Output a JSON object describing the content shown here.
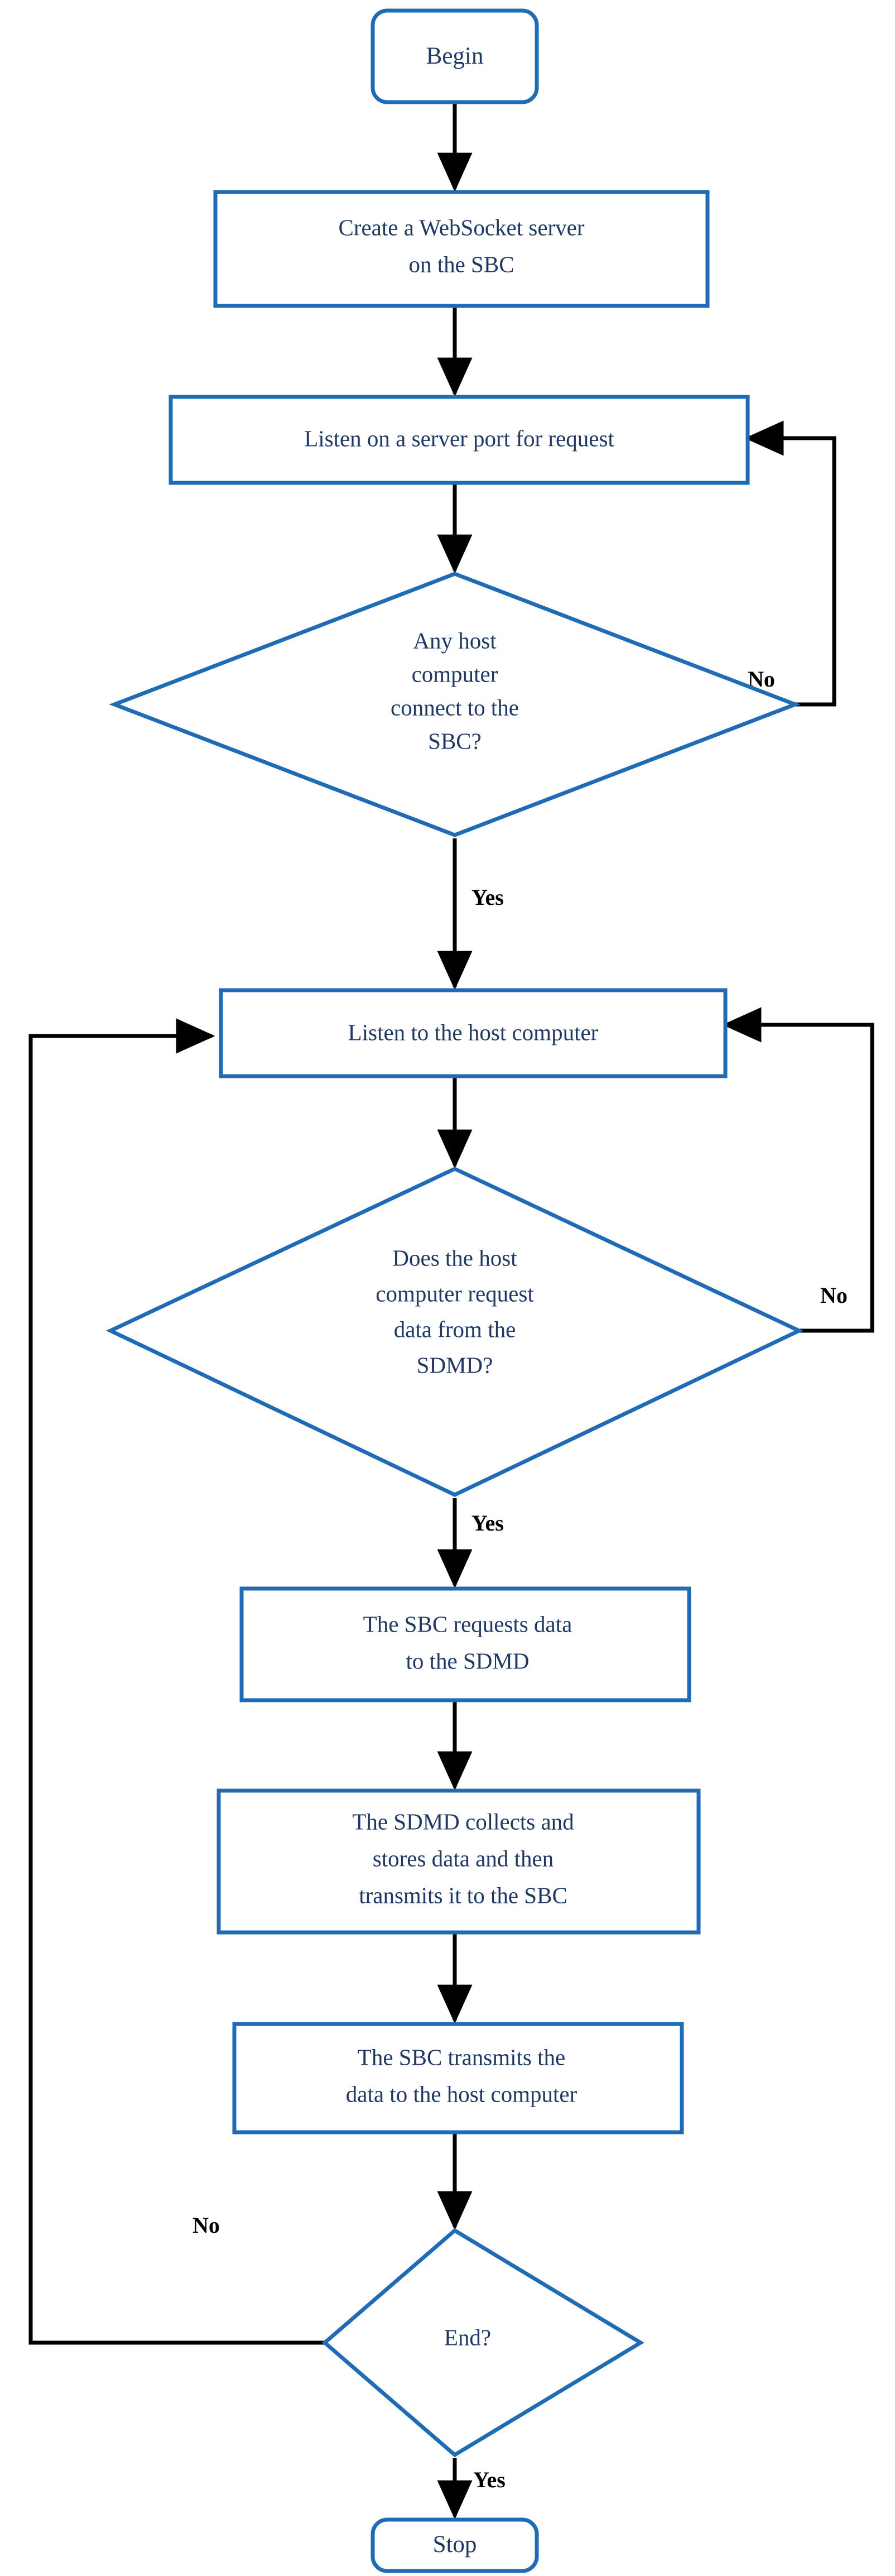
{
  "diagram": {
    "title": "SBC WebSocket server data request flowchart",
    "type": "flowchart",
    "colors": {
      "shape_border": "#1F6BB5",
      "shape_fill": "#FFFFFF",
      "shape_text": "#1F3864",
      "connector": "#000000",
      "edge_label_text": "#000000",
      "background": "#FFFFFF"
    },
    "nodes": [
      {
        "id": "begin",
        "shape": "terminator",
        "label": "Begin",
        "lines": [
          "Begin"
        ]
      },
      {
        "id": "create-server",
        "shape": "process",
        "label": "Create a WebSocket server on the SBC",
        "lines": [
          "Create a WebSocket server",
          "on the SBC"
        ]
      },
      {
        "id": "listen-port",
        "shape": "process",
        "label": "Listen on a server port for request",
        "lines": [
          "Listen on a server port for request"
        ]
      },
      {
        "id": "any-host-connect",
        "shape": "decision",
        "label": "Any host computer connect to the SBC?",
        "lines": [
          "Any host",
          "computer",
          "connect to the",
          "SBC?"
        ]
      },
      {
        "id": "listen-host",
        "shape": "process",
        "label": "Listen to the host computer",
        "lines": [
          "Listen to the host computer"
        ]
      },
      {
        "id": "host-request-data",
        "shape": "decision",
        "label": "Does the host computer request data from the SDMD?",
        "lines": [
          "Does the host",
          "computer request",
          "data from the",
          "SDMD?"
        ]
      },
      {
        "id": "sbc-requests-data",
        "shape": "process",
        "label": "The SBC requests data to the SDMD",
        "lines": [
          "The SBC requests data",
          "to the SDMD"
        ]
      },
      {
        "id": "sdmd-collects",
        "shape": "process",
        "label": "The SDMD collects and stores data and then transmits it to the SBC",
        "lines": [
          "The SDMD collects and",
          "stores data and then",
          "transmits it to the SBC"
        ]
      },
      {
        "id": "sbc-transmits",
        "shape": "process",
        "label": "The SBC transmits the data to the host computer",
        "lines": [
          "The SBC transmits the",
          "data to the host computer"
        ]
      },
      {
        "id": "end-decision",
        "shape": "decision",
        "label": "End?",
        "lines": [
          "End?"
        ]
      },
      {
        "id": "stop",
        "shape": "terminator",
        "label": "Stop",
        "lines": [
          "Stop"
        ]
      }
    ],
    "edges": [
      {
        "id": "e-begin-create",
        "from": "begin",
        "to": "create-server",
        "label": ""
      },
      {
        "id": "e-create-listenport",
        "from": "create-server",
        "to": "listen-port",
        "label": ""
      },
      {
        "id": "e-listenport-anyhost",
        "from": "listen-port",
        "to": "any-host-connect",
        "label": ""
      },
      {
        "id": "e-anyhost-no",
        "from": "any-host-connect",
        "to": "listen-port",
        "label": "No"
      },
      {
        "id": "e-anyhost-yes",
        "from": "any-host-connect",
        "to": "listen-host",
        "label": "Yes"
      },
      {
        "id": "e-listenhost-request",
        "from": "listen-host",
        "to": "host-request-data",
        "label": ""
      },
      {
        "id": "e-request-no",
        "from": "host-request-data",
        "to": "listen-host",
        "label": "No"
      },
      {
        "id": "e-request-yes",
        "from": "host-request-data",
        "to": "sbc-requests-data",
        "label": "Yes"
      },
      {
        "id": "e-sbcreq-sdmd",
        "from": "sbc-requests-data",
        "to": "sdmd-collects",
        "label": ""
      },
      {
        "id": "e-sdmd-sbctrans",
        "from": "sdmd-collects",
        "to": "sbc-transmits",
        "label": ""
      },
      {
        "id": "e-sbctrans-end",
        "from": "sbc-transmits",
        "to": "end-decision",
        "label": ""
      },
      {
        "id": "e-end-no",
        "from": "end-decision",
        "to": "listen-host",
        "label": "No"
      },
      {
        "id": "e-end-yes",
        "from": "end-decision",
        "to": "stop",
        "label": "Yes"
      }
    ]
  }
}
